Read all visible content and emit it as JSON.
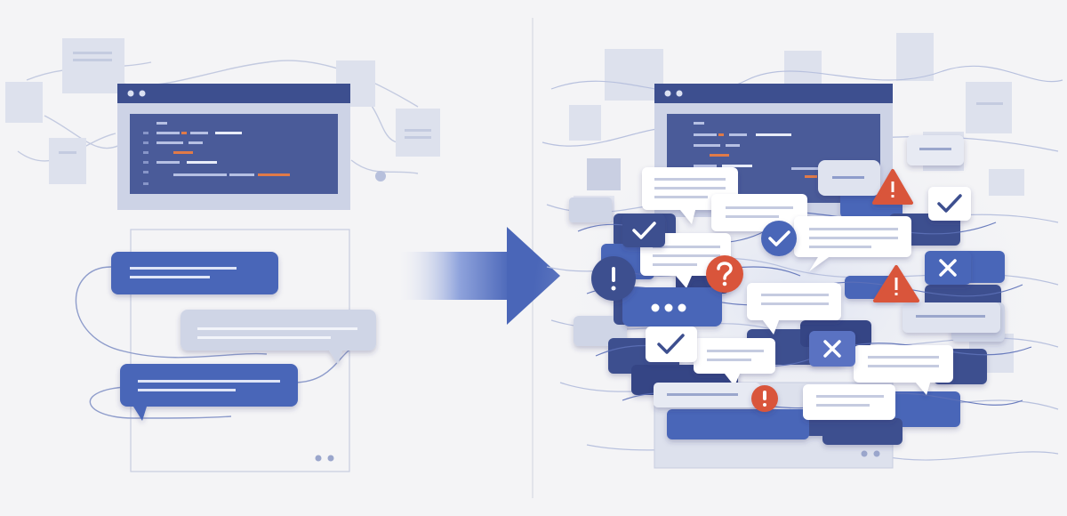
{
  "colors": {
    "background": "#f4f4f6",
    "navy": "#3d4f8f",
    "navy_dark": "#344585",
    "blue": "#4a66b8",
    "slate": "#cfd5e6",
    "pale_tile": "#dde1ed",
    "orange": "#e07a48",
    "red": "#d9553a",
    "line": "#9aa6cc",
    "white": "#ffffff"
  },
  "left_panel": {
    "window": "code-editor-window",
    "conversation": [
      {
        "role": "sender",
        "style": "blue",
        "lines": 2
      },
      {
        "role": "reply",
        "style": "grey",
        "lines": 2
      },
      {
        "role": "sender",
        "style": "blue",
        "lines": 2
      }
    ]
  },
  "arrow": {
    "direction": "right",
    "meaning": "leads to"
  },
  "right_panel": {
    "window": "code-editor-window",
    "icons": [
      "check-icon",
      "alert-triangle-icon",
      "question-icon",
      "exclamation-icon",
      "close-x-icon",
      "ellipsis-icon"
    ]
  }
}
